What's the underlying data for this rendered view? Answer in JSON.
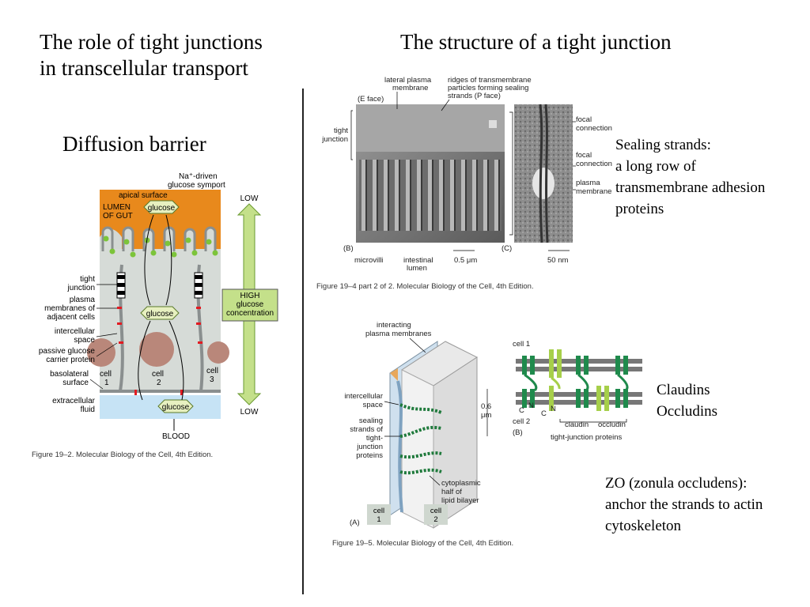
{
  "slide": {
    "left_title_line1": "The role of tight junctions",
    "left_title_line2": "in transcellular transport",
    "right_title": "The structure of a tight junction",
    "left_subtitle": "Diffusion barrier",
    "sealing_note_line1": "Sealing strands:",
    "sealing_note_line2": "a long row of",
    "sealing_note_line3": "transmembrane adhesion",
    "sealing_note_line4": "proteins",
    "protein_note_line1": "Claudins",
    "protein_note_line2": "Occludins",
    "zo_note_line1": "ZO (zonula occludens):",
    "zo_note_line2": "anchor the strands to actin",
    "zo_note_line3": "cytoskeleton"
  },
  "fig_19_2": {
    "caption": "Figure 19–2. Molecular Biology of the Cell, 4th Edition.",
    "na_driven": "Na⁺-driven",
    "glucose_symport": "glucose symport",
    "apical_surface": "apical surface",
    "lumen": "LUMEN",
    "of_gut": "OF GUT",
    "glucose": "glucose",
    "tight": "tight",
    "junction": "junction",
    "plasma": "plasma",
    "membranes_of": "membranes of",
    "adjacent_cells": "adjacent cells",
    "intercellular": "intercellular",
    "space": "space",
    "passive_glucose": "passive glucose",
    "carrier_protein": "carrier protein",
    "basolateral": "basolateral",
    "surface": "surface",
    "extracellular": "extracellular",
    "fluid": "fluid",
    "cell": "cell",
    "n1": "1",
    "n2": "2",
    "n3": "3",
    "blood": "BLOOD",
    "low": "LOW",
    "high": "HIGH",
    "glucose_lc": "glucose",
    "concentration": "concentration"
  },
  "fig_19_4": {
    "caption": "Figure 19–4 part 2 of 2. Molecular Biology of the Cell, 4th Edition.",
    "lateral_plasma": "lateral plasma",
    "membrane": "membrane",
    "e_face": "(E face)",
    "ridges1": "ridges of transmembrane",
    "ridges2": "particles forming sealing",
    "ridges3": "strands (P face)",
    "tight": "tight",
    "junction": "junction",
    "b": "(B)",
    "microvilli": "microvilli",
    "intestinal": "intestinal",
    "lumen": "lumen",
    "scale_b": "0.5 μm",
    "c": "(C)",
    "scale_c": "50 nm",
    "focal": "focal",
    "connection": "connection",
    "plasma": "plasma",
    "membrane2": "membrane"
  },
  "fig_19_5": {
    "caption": "Figure 19–5. Molecular Biology of the Cell, 4th Edition.",
    "interacting": "interacting",
    "plasma_membranes": "plasma membranes",
    "intercellular": "intercellular",
    "space": "space",
    "sealing": "sealing",
    "strands_of": "strands of",
    "tight_dash": "tight-",
    "junction": "junction",
    "proteins": "proteins",
    "cytoplasmic": "cytoplasmic",
    "half_of": "half of",
    "lipid_bilayer": "lipid bilayer",
    "scale1": "0.6",
    "scale2": "μm",
    "a": "(A)",
    "cell": "cell",
    "n1": "1",
    "n2": "2",
    "cell1": "cell 1",
    "cell2": "cell 2",
    "b": "(B)",
    "c": "C",
    "n": "N",
    "claudin": "claudin",
    "occludin": "occludin",
    "tj_proteins": "tight-junction proteins"
  }
}
